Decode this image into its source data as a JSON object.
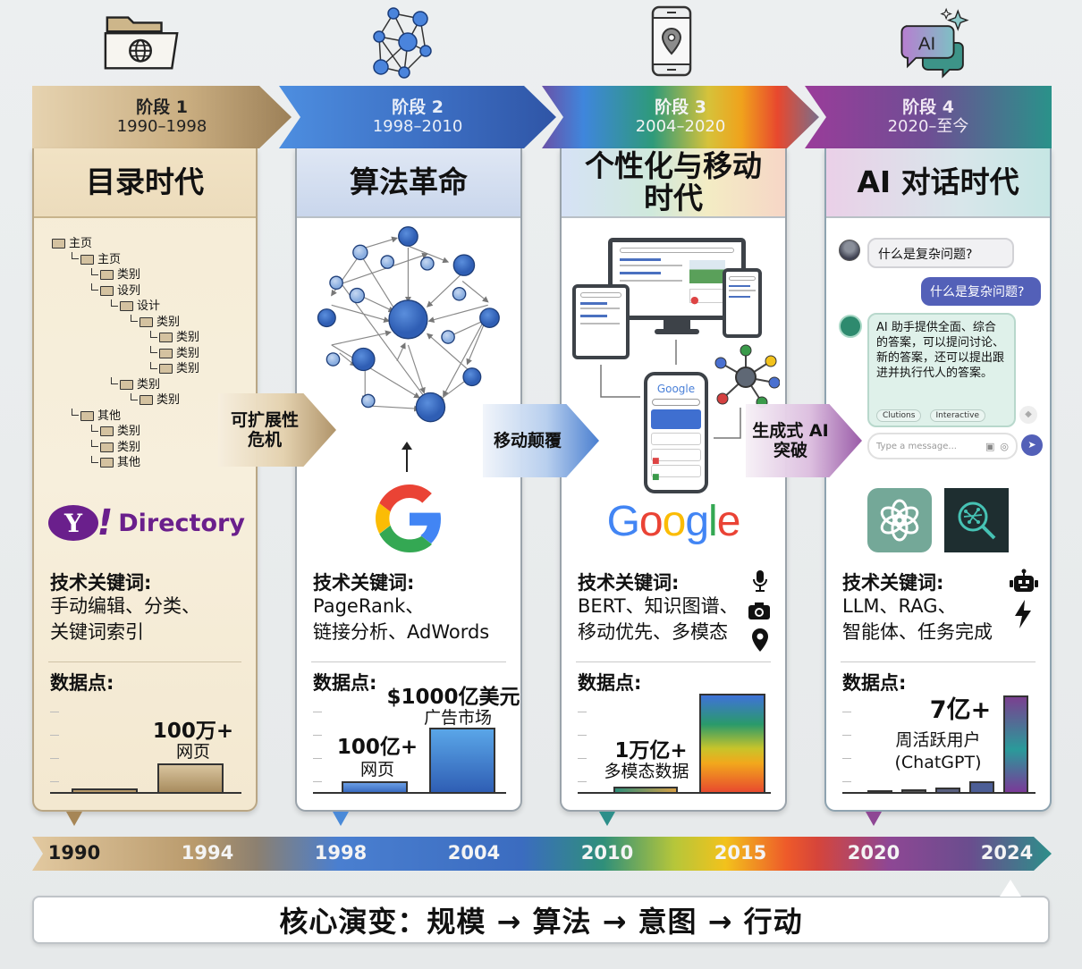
{
  "stages": [
    {
      "num": "阶段 1",
      "years": "1990–1998",
      "title": "目录时代",
      "icon": "folder-globe-icon",
      "directory_tree": [
        {
          "depth": 0,
          "label": "主页"
        },
        {
          "depth": 1,
          "label": "主页"
        },
        {
          "depth": 2,
          "label": "类别"
        },
        {
          "depth": 2,
          "label": "设列"
        },
        {
          "depth": 3,
          "label": "设计"
        },
        {
          "depth": 4,
          "label": "类别"
        },
        {
          "depth": 5,
          "label": "类别"
        },
        {
          "depth": 5,
          "label": "类别"
        },
        {
          "depth": 5,
          "label": "类别"
        },
        {
          "depth": 3,
          "label": "类别"
        },
        {
          "depth": 4,
          "label": "类别"
        },
        {
          "depth": 1,
          "label": "其他"
        },
        {
          "depth": 2,
          "label": "类别"
        },
        {
          "depth": 2,
          "label": "类别"
        },
        {
          "depth": 2,
          "label": "其他"
        }
      ],
      "logo_text": "Directory",
      "logo_badge": "Y!",
      "kw_label": "技术关键词:",
      "kw_text": "手动编辑、分类、\n关键词索引",
      "dp_label": "数据点:",
      "bar_value": "100万+",
      "bar_sub": "网页"
    },
    {
      "num": "阶段 2",
      "years": "1998–2010",
      "title": "算法革命",
      "icon": "network-graph-icon",
      "logo": "google-g-logo",
      "kw_label": "技术关键词:",
      "kw_text": "PageRank、\n链接分析、AdWords",
      "dp_label": "数据点:",
      "bar1_value": "100亿+",
      "bar1_sub": "网页",
      "bar2_value": "$1000亿美元",
      "bar2_sub": "广告市场"
    },
    {
      "num": "阶段 3",
      "years": "2004–2020",
      "title": "个性化与移动\n时代",
      "icon": "phone-location-icon",
      "logo_text": "Google",
      "phone_logo": "Google",
      "kw_label": "技术关键词:",
      "kw_text": "BERT、知识图谱、\n移动优先、多模态",
      "dp_label": "数据点:",
      "bar_value": "1万亿+",
      "bar_sub": "多模态数据"
    },
    {
      "num": "阶段 4",
      "years": "2020–至今",
      "title": "AI 对话时代",
      "icon": "ai-chat-icon",
      "icon_text": "AI",
      "chat": {
        "user_q": "什么是复杂问题?",
        "echo_q": "什么是复杂问题?",
        "ai_answer": "AI 助手提供全面、综合的答案，可以提问讨论、新的答案，还可以提出跟进并执行代人的答案。",
        "chip1": "Clutions",
        "chip2": "Interactive",
        "input_placeholder": "Type a message..."
      },
      "kw_label": "技术关键词:",
      "kw_text": "LLM、RAG、\n智能体、任务完成",
      "dp_label": "数据点:",
      "bar_value": "7亿+",
      "bar_sub": "周活跃用户\n(ChatGPT)"
    }
  ],
  "transitions": [
    {
      "label": "可扩展性\n危机"
    },
    {
      "label": "移动颠覆"
    },
    {
      "label": "生成式 AI\n突破"
    }
  ],
  "timeline": {
    "years": [
      "1990",
      "1994",
      "1998",
      "2004",
      "2010",
      "2015",
      "2020",
      "2024"
    ]
  },
  "summary": "核心演变：规模 → 算法 → 意图 → 行动",
  "colors": {
    "stage1": "#b99a6c",
    "stage2": "#3b6cc0",
    "stage3_spectrum": [
      "#4a7fd0",
      "#2f8f7a",
      "#f2c21c",
      "#d6453a"
    ],
    "stage4": "#8e4794",
    "stage4_teal": "#2d8f8a"
  }
}
